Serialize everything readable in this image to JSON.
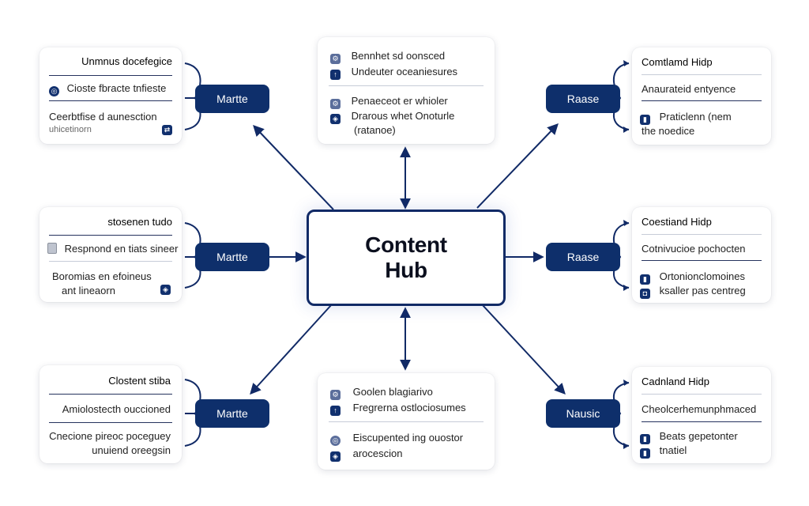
{
  "hub": {
    "line1": "Content",
    "line2": "Hub"
  },
  "left_top": {
    "pill": "Martte",
    "heading": "Unmnus docefegice",
    "item1": "Cioste fbracte tnfieste",
    "item2": "Ceerbtfise d aunesction",
    "item2_sub": "uhicetinorn",
    "icon1": "circle-icon",
    "icon2": "share-icon"
  },
  "left_mid": {
    "pill": "Martte",
    "heading": "stosenen tudo",
    "item1": "Respnond en tiats sineer",
    "item2": "Boromias en efoineus",
    "item2_sub": "ant lineaorn",
    "icon1": "document-icon",
    "icon2": "shield-icon"
  },
  "left_bot": {
    "pill": "Martte",
    "heading": "Clostent stiba",
    "item1": "Amiolostecth ouccioned",
    "item2": "Cnecione pireoc poceguey",
    "item2_sub": "unuiend oreegsin"
  },
  "top_center": {
    "item1": "Bennhet sd oonsced",
    "item2": "Undeuter oceaniesures",
    "item3": "Penaeceot er whioler",
    "item4": "Drarous whet Onoturle",
    "item4_sub": "(ratanoe)",
    "icon1": "gear-icon",
    "icon2": "arrow-icon",
    "icon3": "gear-icon",
    "icon4": "shield-icon"
  },
  "bottom_center": {
    "item1": "Goolen blagiarivo",
    "item2": "Fregrerna ostlociosumes",
    "item3": "Eiscupented ing ouostor",
    "item3_sub": "arocescion",
    "icon1": "gear-icon",
    "icon2": "arrow-icon",
    "icon3": "circle-icon",
    "icon4": "shield-icon"
  },
  "right_top": {
    "pill": "Raase",
    "heading": "Comtlamd Hidp",
    "item1": "Anaurateid entyence",
    "item2": "Praticlenn (nem",
    "item2_sub": "the noedice",
    "icon": "bookmark-icon"
  },
  "right_mid": {
    "pill": "Raase",
    "heading": "Coestiand Hidp",
    "item1": "Cotnivucioe pochocten",
    "item2": "Ortonionclomoines",
    "item2_sub": "ksaller pas centreg",
    "icon1": "bookmark-icon",
    "icon2": "lock-icon"
  },
  "right_bot": {
    "pill": "Nausic",
    "heading": "Cadnland Hidp",
    "item1": "Cheolcerhemunphmaced",
    "item2": "Beats gepetonter",
    "item2_sub": "tnatiel",
    "icon1": "bookmark-icon",
    "icon2": "bookmark-icon"
  }
}
